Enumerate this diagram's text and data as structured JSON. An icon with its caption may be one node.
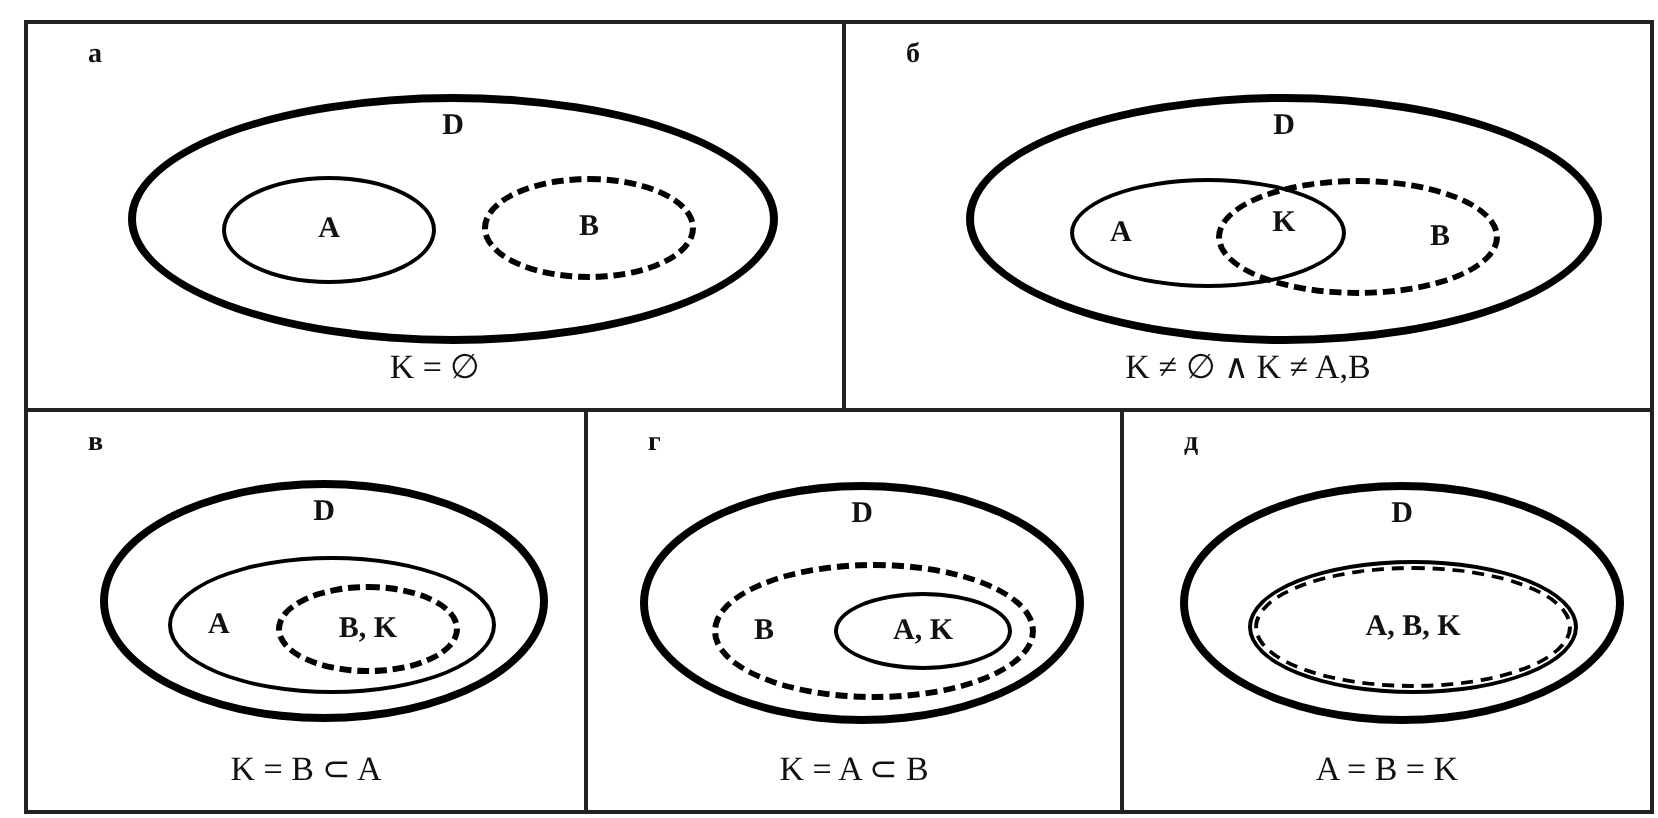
{
  "diagram": {
    "nodes": [
      {
        "text": [
          "а",
          "K = ∅"
        ]
      },
      {
        "text": [
          "D"
        ],
        "in": 0
      },
      {
        "text": [
          "A"
        ],
        "in": 1
      },
      {
        "text": [
          "B"
        ],
        "in": 1
      },
      {
        "text": [
          "б",
          "K ≠ ∅ ∧ K ≠ A,B"
        ]
      },
      {
        "text": [
          "D"
        ],
        "in": 4
      },
      {
        "text": [
          "A"
        ],
        "in": 5
      },
      {
        "text": [
          "B"
        ],
        "in": 5
      },
      {
        "text": [
          "в",
          "K = B ⊂ A"
        ]
      },
      {
        "text": [
          "D"
        ],
        "in": 8
      },
      {
        "text": [
          "A"
        ],
        "in": 9
      },
      {
        "text": [
          "B, K"
        ],
        "in": 10
      },
      {
        "text": [
          "г",
          "K = A ⊂ B"
        ]
      },
      {
        "text": [
          "D"
        ],
        "in": 12
      },
      {
        "text": [
          "B"
        ],
        "in": 13
      },
      {
        "text": [
          "A, K"
        ],
        "in": 14
      },
      {
        "text": [
          "д",
          "A = B = K"
        ]
      },
      {
        "text": [
          "D"
        ],
        "in": 16
      },
      {
        "text": [
          "A, B, K"
        ],
        "in": 17
      }
    ],
    "labels": [
      "K"
    ]
  }
}
